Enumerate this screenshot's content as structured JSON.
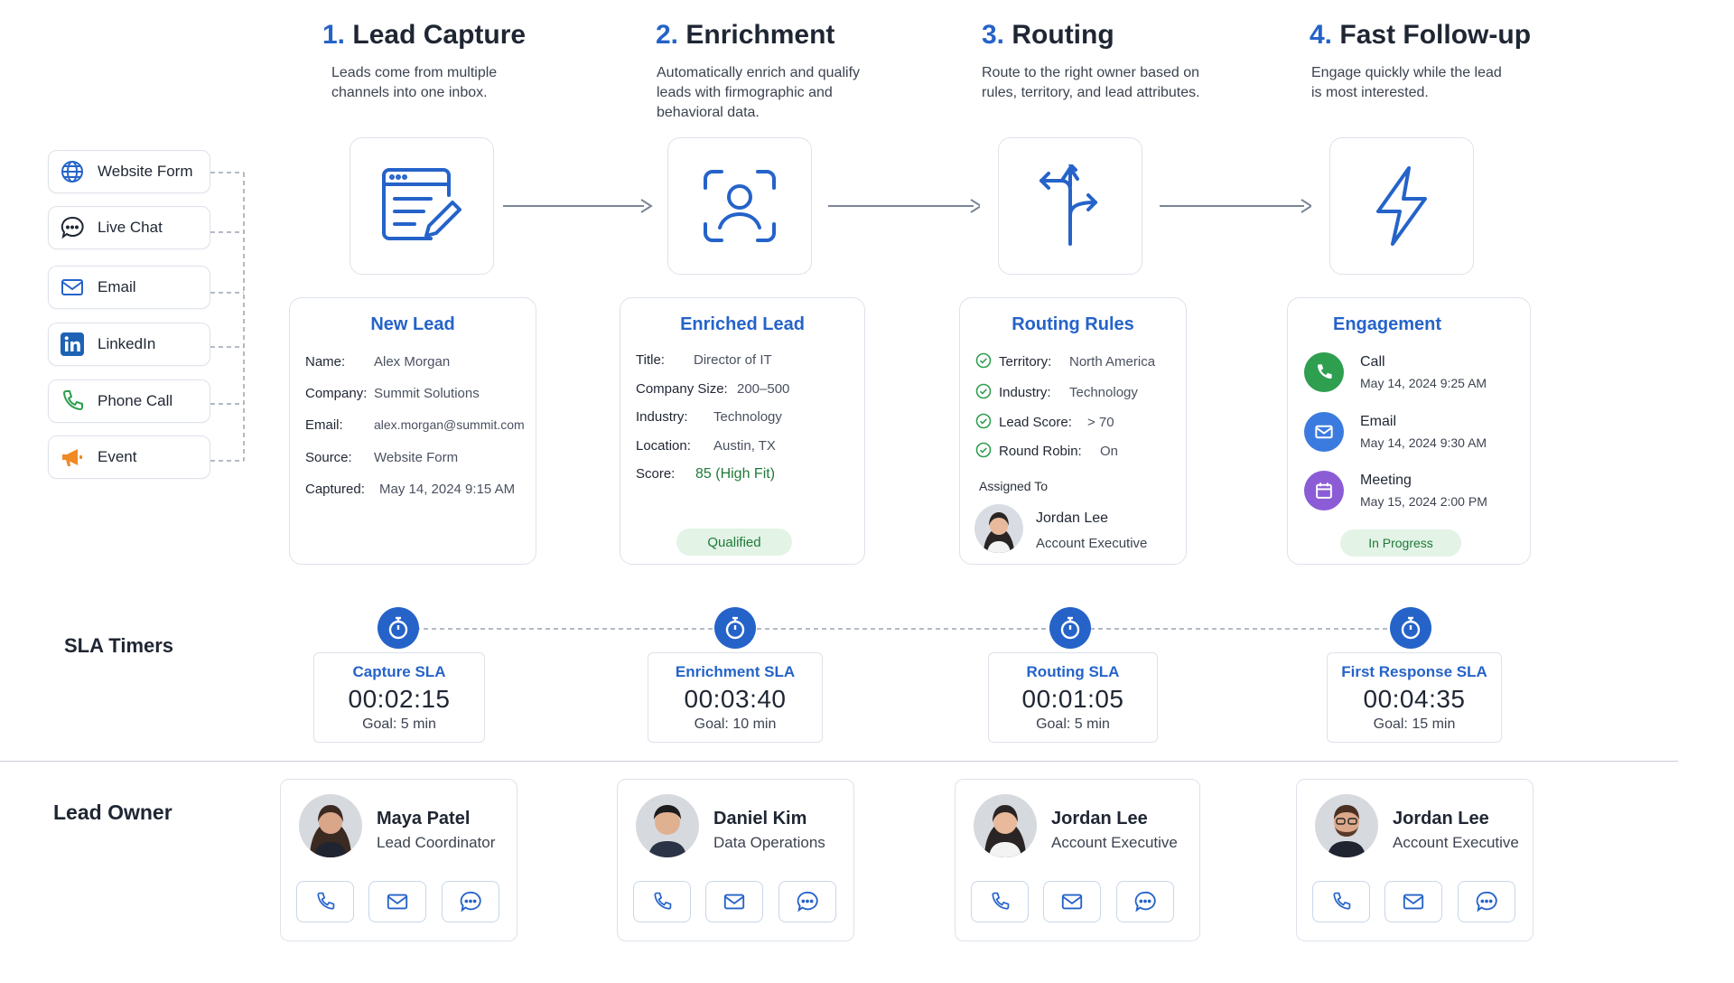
{
  "steps": [
    {
      "num": "1.",
      "title": "Lead Capture",
      "desc": "Leads come from multiple channels into one inbox."
    },
    {
      "num": "2.",
      "title": "Enrichment",
      "desc": "Automatically enrich and qualify leads with firmographic and behavioral data."
    },
    {
      "num": "3.",
      "title": "Routing",
      "desc": "Route to the right owner based on rules, territory, and lead attributes."
    },
    {
      "num": "4.",
      "title": "Fast Follow-up",
      "desc": "Engage quickly while the lead is most interested."
    }
  ],
  "sources": [
    {
      "label": "Website Form",
      "icon": "globe-icon"
    },
    {
      "label": "Live Chat",
      "icon": "chat-icon"
    },
    {
      "label": "Email",
      "icon": "mail-icon"
    },
    {
      "label": "LinkedIn",
      "icon": "linkedin-icon"
    },
    {
      "label": "Phone Call",
      "icon": "phone-icon"
    },
    {
      "label": "Event",
      "icon": "megaphone-icon"
    }
  ],
  "new_lead": {
    "title": "New Lead",
    "rows": [
      {
        "k": "Name:",
        "v": "Alex Morgan"
      },
      {
        "k": "Company:",
        "v": "Summit Solutions"
      },
      {
        "k": "Email:",
        "v": "alex.morgan@summit.com"
      },
      {
        "k": "Source:",
        "v": "Website Form"
      },
      {
        "k": "Captured:",
        "v": "May 14, 2024 9:15 AM"
      }
    ]
  },
  "enriched_lead": {
    "title": "Enriched Lead",
    "rows": [
      {
        "k": "Title:",
        "v": "Director of IT"
      },
      {
        "k": "Company Size:",
        "v": "200–500"
      },
      {
        "k": "Industry:",
        "v": "Technology"
      },
      {
        "k": "Location:",
        "v": "Austin, TX"
      },
      {
        "k": "Score:",
        "v": "85 (High Fit)"
      }
    ],
    "badge": "Qualified"
  },
  "routing_rules": {
    "title": "Routing Rules",
    "rules": [
      {
        "k": "Territory:",
        "v": "North America"
      },
      {
        "k": "Industry:",
        "v": "Technology"
      },
      {
        "k": "Lead Score:",
        "v": "> 70"
      },
      {
        "k": "Round Robin:",
        "v": "On"
      }
    ],
    "assigned_label": "Assigned To",
    "assignee_name": "Jordan Lee",
    "assignee_role": "Account Executive"
  },
  "engagement": {
    "title": "Engagement",
    "items": [
      {
        "name": "Call",
        "date": "May 14, 2024 9:25 AM",
        "icon": "phone-icon",
        "color": "#2e9e4f"
      },
      {
        "name": "Email",
        "date": "May 14, 2024 9:30 AM",
        "icon": "mail-icon",
        "color": "#3b7be0"
      },
      {
        "name": "Meeting",
        "date": "May 15, 2024 2:00 PM",
        "icon": "calendar-icon",
        "color": "#8b5cd6"
      }
    ],
    "badge": "In Progress"
  },
  "sla": {
    "label": "SLA Timers",
    "timers": [
      {
        "title": "Capture SLA",
        "time": "00:02:15",
        "goal_label": "Goal:",
        "goal": "5 min"
      },
      {
        "title": "Enrichment SLA",
        "time": "00:03:40",
        "goal_label": "Goal:",
        "goal": "10 min"
      },
      {
        "title": "Routing SLA",
        "time": "00:01:05",
        "goal_label": "Goal:",
        "goal": "5 min"
      },
      {
        "title": "First Response SLA",
        "time": "00:04:35",
        "goal_label": "Goal:",
        "goal": "15 min"
      }
    ]
  },
  "owners": {
    "label": "Lead Owner",
    "list": [
      {
        "name": "Maya Patel",
        "role": "Lead Coordinator"
      },
      {
        "name": "Daniel Kim",
        "role": "Data Operations"
      },
      {
        "name": "Jordan Lee",
        "role": "Account Executive"
      },
      {
        "name": "Jordan Lee",
        "role": "Account Executive"
      }
    ]
  },
  "colors": {
    "accent": "#2563c9",
    "border": "#dde2ea",
    "success_bg": "#e3f3e6",
    "success_text": "#1e7a38"
  }
}
